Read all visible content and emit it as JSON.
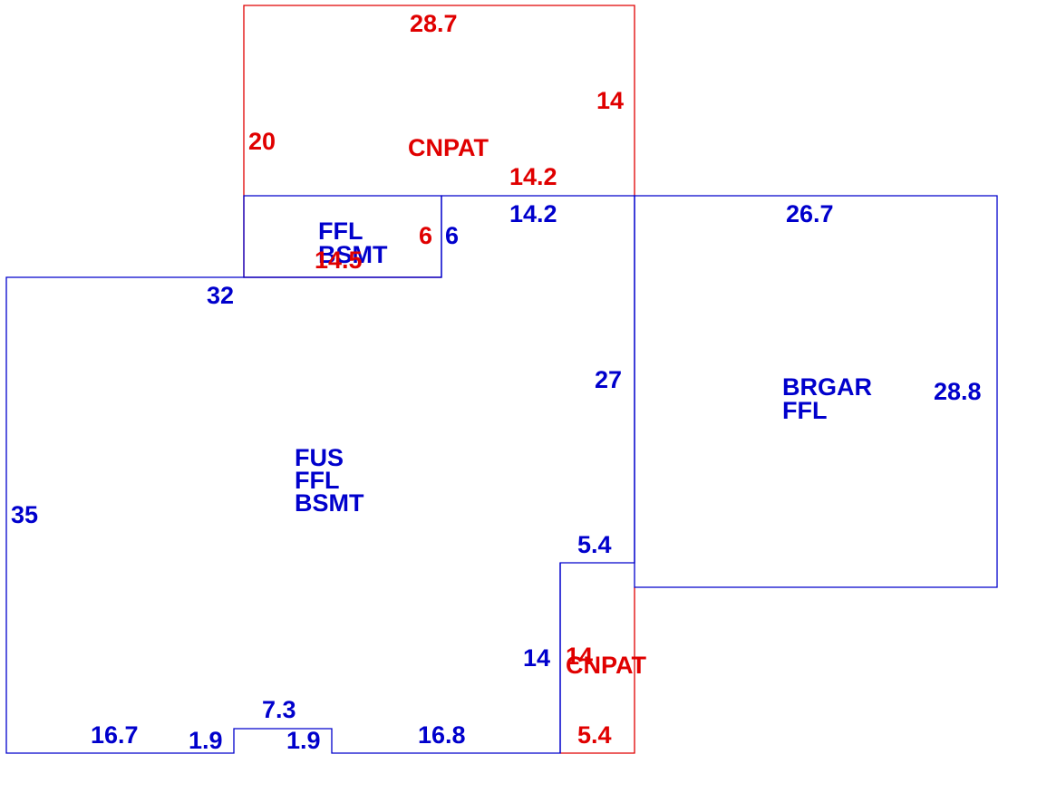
{
  "colors": {
    "living_area": "#0000cc",
    "patio": "#e00000",
    "background": "#ffffff"
  },
  "areas": {
    "main_labels": [
      "FUS",
      "FFL",
      "BSMT"
    ],
    "upper_labels": [
      "FFL",
      "BSMT"
    ],
    "garage_labels": [
      "BRGAR",
      "FFL"
    ],
    "top_patio_label": "CNPAT",
    "bottom_patio_label": "CNPAT"
  },
  "dimensions": {
    "top_patio": {
      "top": "28.7",
      "right": "14",
      "left": "20",
      "bottom": "14.2",
      "inner": "6",
      "lower": "14.5"
    },
    "upper_section": {
      "top": "14.2",
      "right": "6"
    },
    "main": {
      "top": "32",
      "right": "27",
      "left": "35",
      "bottom_left": "16.7",
      "notch_left": "1.9",
      "notch_top": "7.3",
      "notch_right": "1.9",
      "bottom_right": "16.8",
      "cutout_left": "14",
      "cutout_top": "5.4"
    },
    "garage": {
      "top": "26.7",
      "right": "28.8"
    },
    "bottom_patio": {
      "left": "14",
      "bottom": "5.4"
    }
  }
}
